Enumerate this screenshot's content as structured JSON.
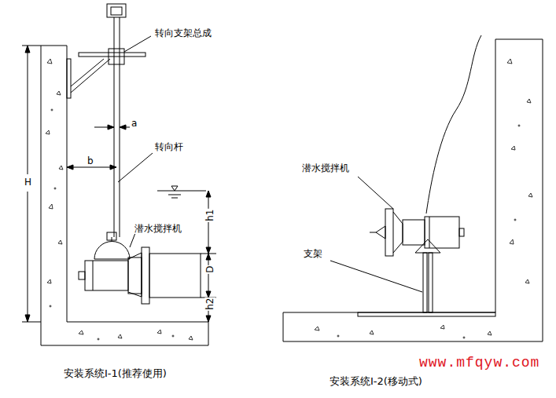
{
  "diagram": {
    "labels": [
      "转向支架总成",
      "a",
      "b",
      "转向杆",
      "H",
      "h1",
      "潜水搅拌机",
      "D",
      "h2",
      "安装系统Ⅰ-1(推荐使用)",
      "潜水搅拌机",
      "支架",
      "安装系统Ⅰ-2(移动式)",
      "www.mfqyw.com"
    ]
  }
}
